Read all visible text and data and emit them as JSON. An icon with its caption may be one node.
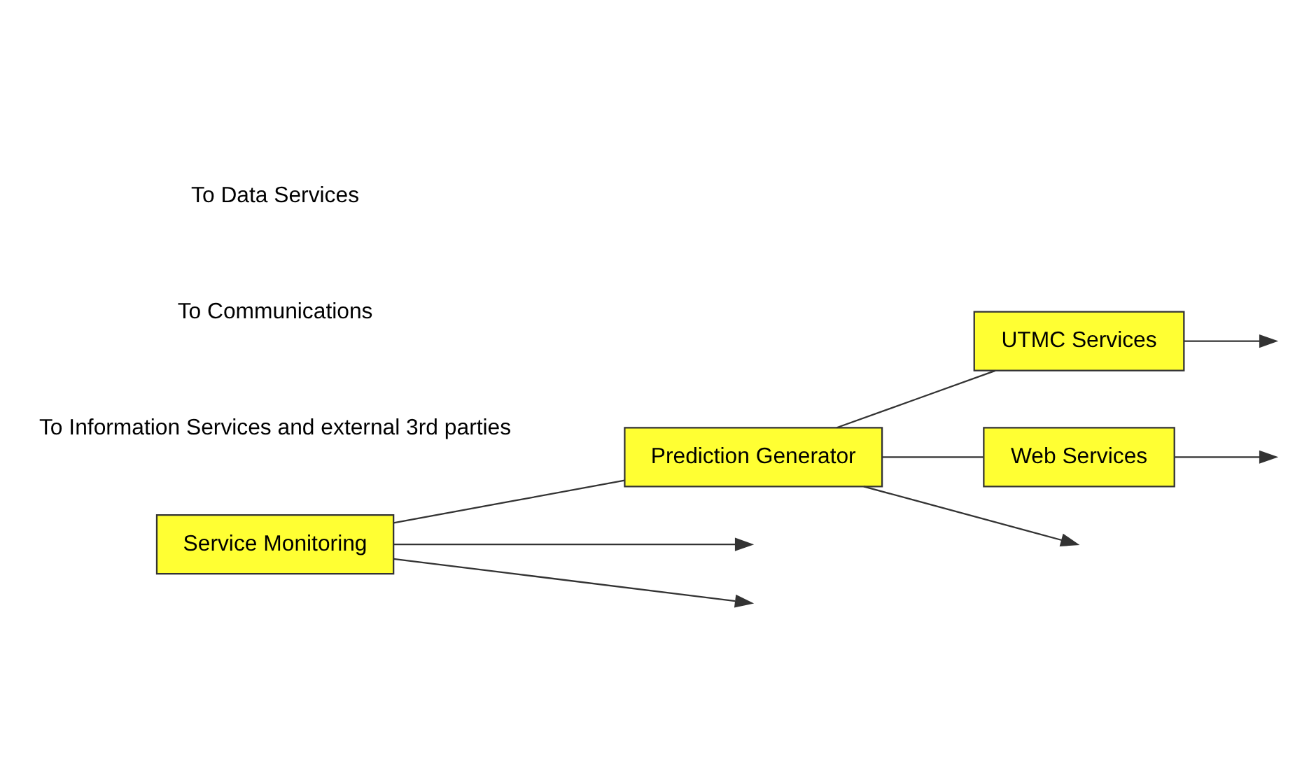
{
  "diagram": {
    "nodes": [
      {
        "text": [
          "Service Monitoring"
        ]
      },
      {
        "text": [
          "Prediction Generator"
        ]
      },
      {
        "text": [
          "UTMC Services"
        ]
      },
      {
        "text": [
          "Web Services"
        ]
      }
    ],
    "edges": [
      {
        "from": 0,
        "to": null,
        "arrow": "to"
      },
      {
        "from": 0,
        "to": 1,
        "arrow": "none"
      },
      {
        "from": 1,
        "to": 2,
        "arrow": "none"
      },
      {
        "from": 1,
        "to": 3,
        "arrow": "none"
      },
      {
        "from": 2,
        "to": null,
        "arrow": "to"
      },
      {
        "from": 3,
        "to": null,
        "arrow": "to"
      },
      {
        "from": 0,
        "to": null,
        "arrow": "to"
      },
      {
        "from": 1,
        "to": null,
        "arrow": "to"
      }
    ],
    "labels": [
      "To Information Services and external 3rd parties",
      "To Communications",
      "To Data Services"
    ]
  }
}
